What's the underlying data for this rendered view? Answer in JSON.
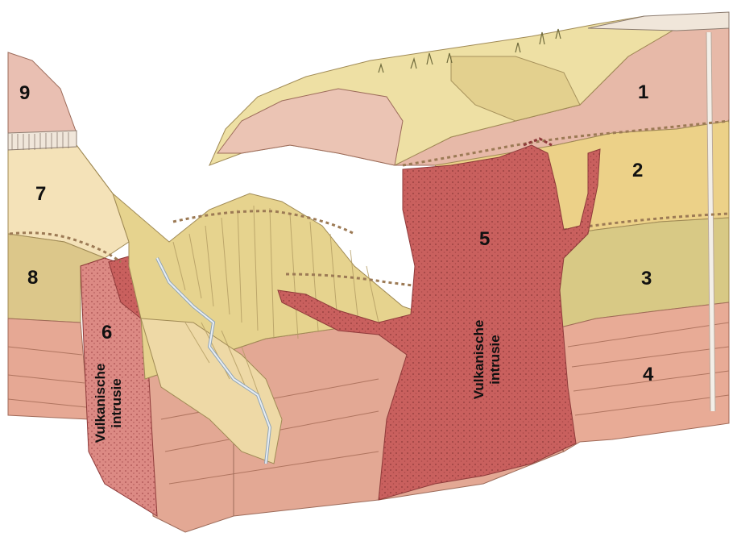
{
  "diagram": {
    "layer_labels": [
      "1",
      "2",
      "3",
      "4",
      "5",
      "6",
      "7",
      "8",
      "9"
    ],
    "intrusion_label_left": [
      "Vulkanische",
      "intrusie"
    ],
    "intrusion_label_right": [
      "Vulkanische",
      "intrusie"
    ]
  }
}
